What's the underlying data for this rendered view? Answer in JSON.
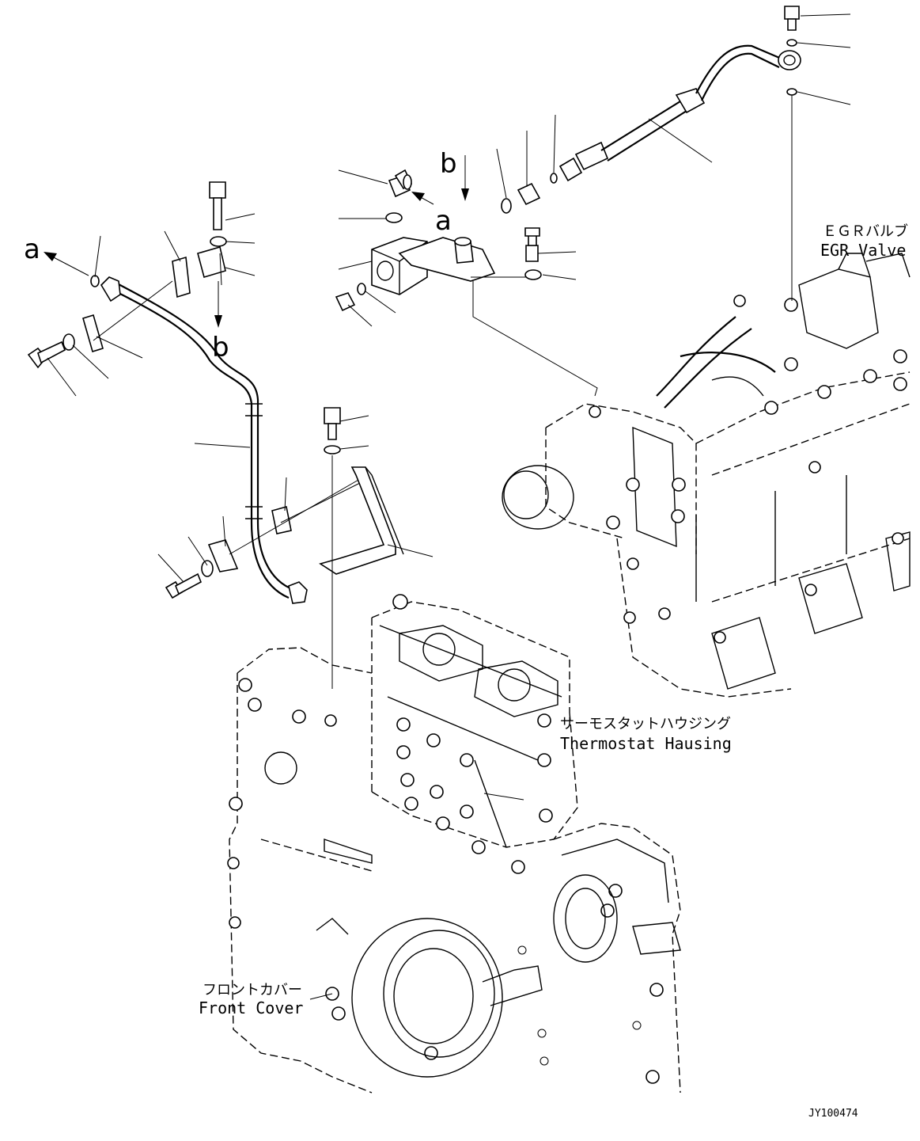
{
  "labels": {
    "egr_valve_jp": "ＥＧＲバルブ",
    "egr_valve_en": "EGR Valve",
    "thermostat_jp": "サーモスタットハウジング",
    "thermostat_en": "Thermostat Hausing",
    "front_cover_jp": "フロントカバー",
    "front_cover_en": "Front Cover"
  },
  "markers": {
    "a": "a",
    "b": "b"
  },
  "drawing_code": "JY100474"
}
